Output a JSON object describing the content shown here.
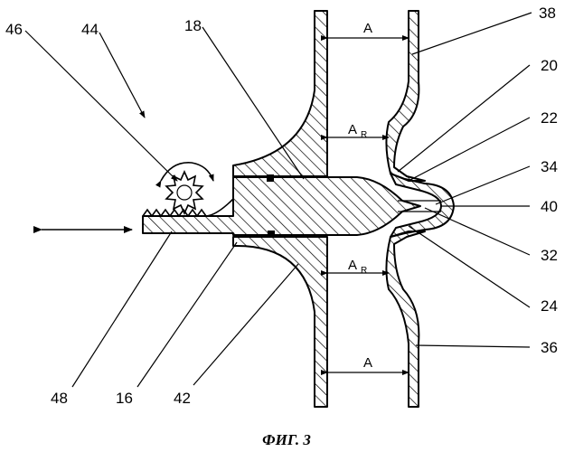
{
  "figure": {
    "caption": "ФИГ. 3",
    "labels": {
      "l46": "46",
      "l44": "44",
      "l18": "18",
      "l38": "38",
      "l20": "20",
      "l22": "22",
      "l34": "34",
      "l40": "40",
      "l32": "32",
      "l24": "24",
      "l36": "36",
      "l48": "48",
      "l16": "16",
      "l42": "42"
    },
    "dimensions": {
      "top": "A",
      "upper_reduced": "A",
      "upper_reduced_sub": "R",
      "lower_reduced": "A",
      "lower_reduced_sub": "R",
      "bottom": "A"
    }
  }
}
